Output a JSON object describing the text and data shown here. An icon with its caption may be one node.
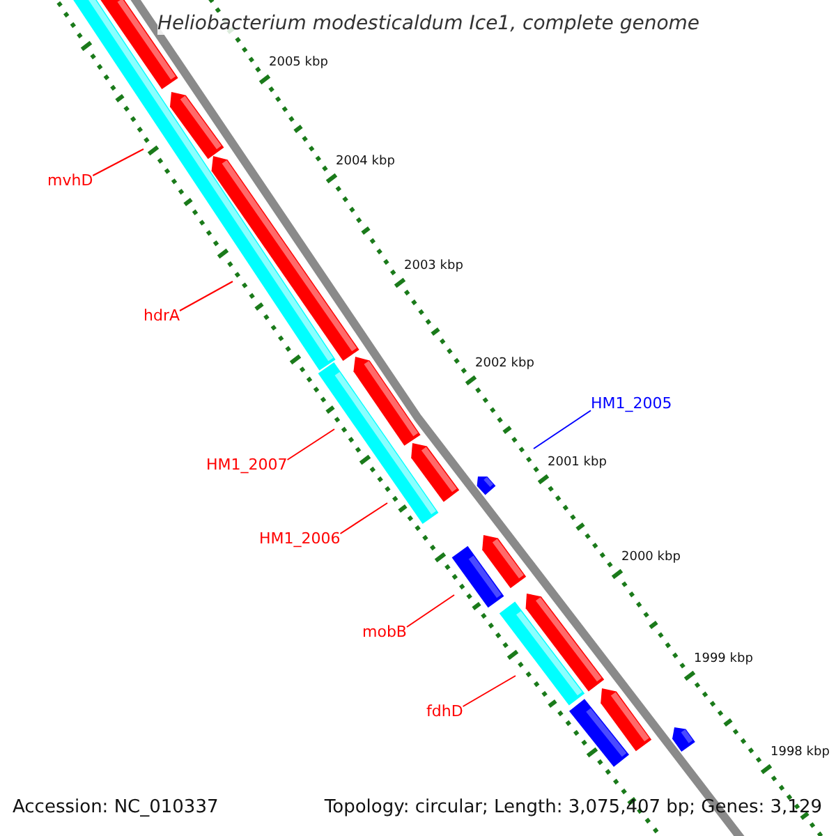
{
  "diagram": {
    "title": "Heliobacterium modesticaldum Ice1, complete genome",
    "nodes": [
      {
        "text": [
          "mvhD"
        ]
      },
      {
        "text": [
          "hdrA"
        ]
      },
      {
        "text": [
          "HM1_2007"
        ]
      },
      {
        "text": [
          "HM1_2006"
        ]
      },
      {
        "text": [
          "mobB"
        ]
      },
      {
        "text": [
          "fdhD"
        ]
      },
      {
        "text": [
          "HM1_2005"
        ]
      }
    ],
    "edges": [
      {
        "from": 0,
        "to": null,
        "arrow": "none"
      },
      {
        "from": 1,
        "to": null,
        "arrow": "none"
      },
      {
        "from": 2,
        "to": null,
        "arrow": "none"
      },
      {
        "from": 3,
        "to": null,
        "arrow": "none"
      },
      {
        "from": 4,
        "to": null,
        "arrow": "none"
      },
      {
        "from": 5,
        "to": null,
        "arrow": "none"
      },
      {
        "from": 6,
        "to": null,
        "arrow": "none",
        "color": "#0000ff"
      }
    ],
    "labels": [
      "2005 kbp",
      "2004 kbp",
      "2003 kbp",
      "2002 kbp",
      "2001 kbp",
      "2000 kbp",
      "1999 kbp",
      "1998 kbp",
      "Accession: NC_010337",
      "Topology: circular; Length: 3,075,407 bp; Genes: 3,129"
    ]
  }
}
